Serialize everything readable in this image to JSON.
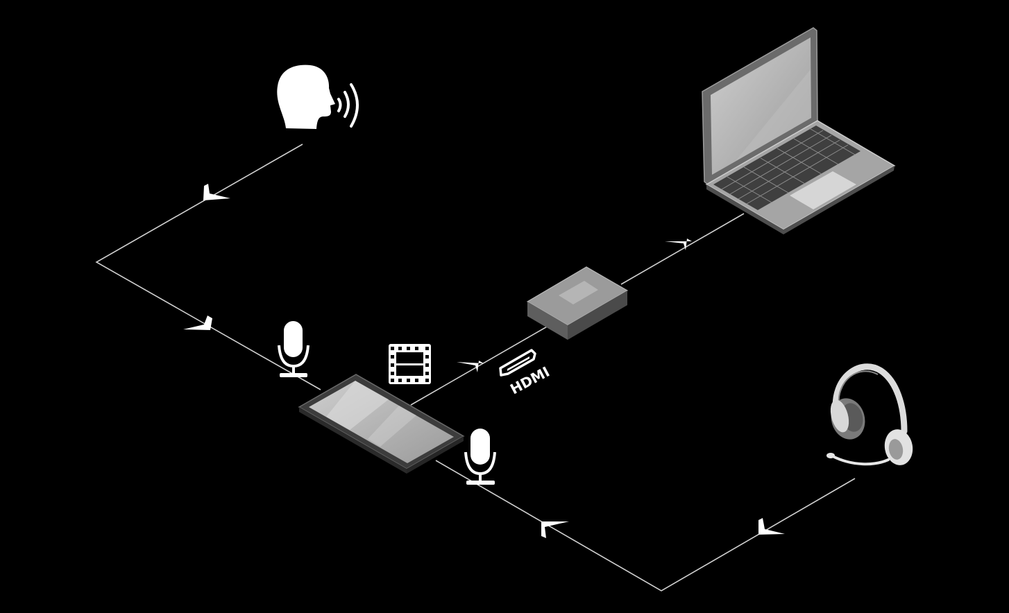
{
  "diagram": {
    "background": "#000000",
    "line_color": "#d0d0d0",
    "arrow_color": "#ffffff",
    "nodes": [
      {
        "id": "speaker",
        "icon": "speaking-head-icon"
      },
      {
        "id": "laptop",
        "icon": "laptop-icon"
      },
      {
        "id": "capture-box",
        "icon": "capture-device-icon"
      },
      {
        "id": "tablet",
        "icon": "tablet-icon"
      },
      {
        "id": "headset",
        "icon": "headset-icon"
      }
    ],
    "indicators": [
      {
        "icon": "microphone-icon"
      },
      {
        "icon": "film-strip-icon"
      },
      {
        "icon": "hdmi-port-icon"
      },
      {
        "icon": "microphone-icon"
      }
    ],
    "hdmi": {
      "label": "HDMI"
    }
  }
}
